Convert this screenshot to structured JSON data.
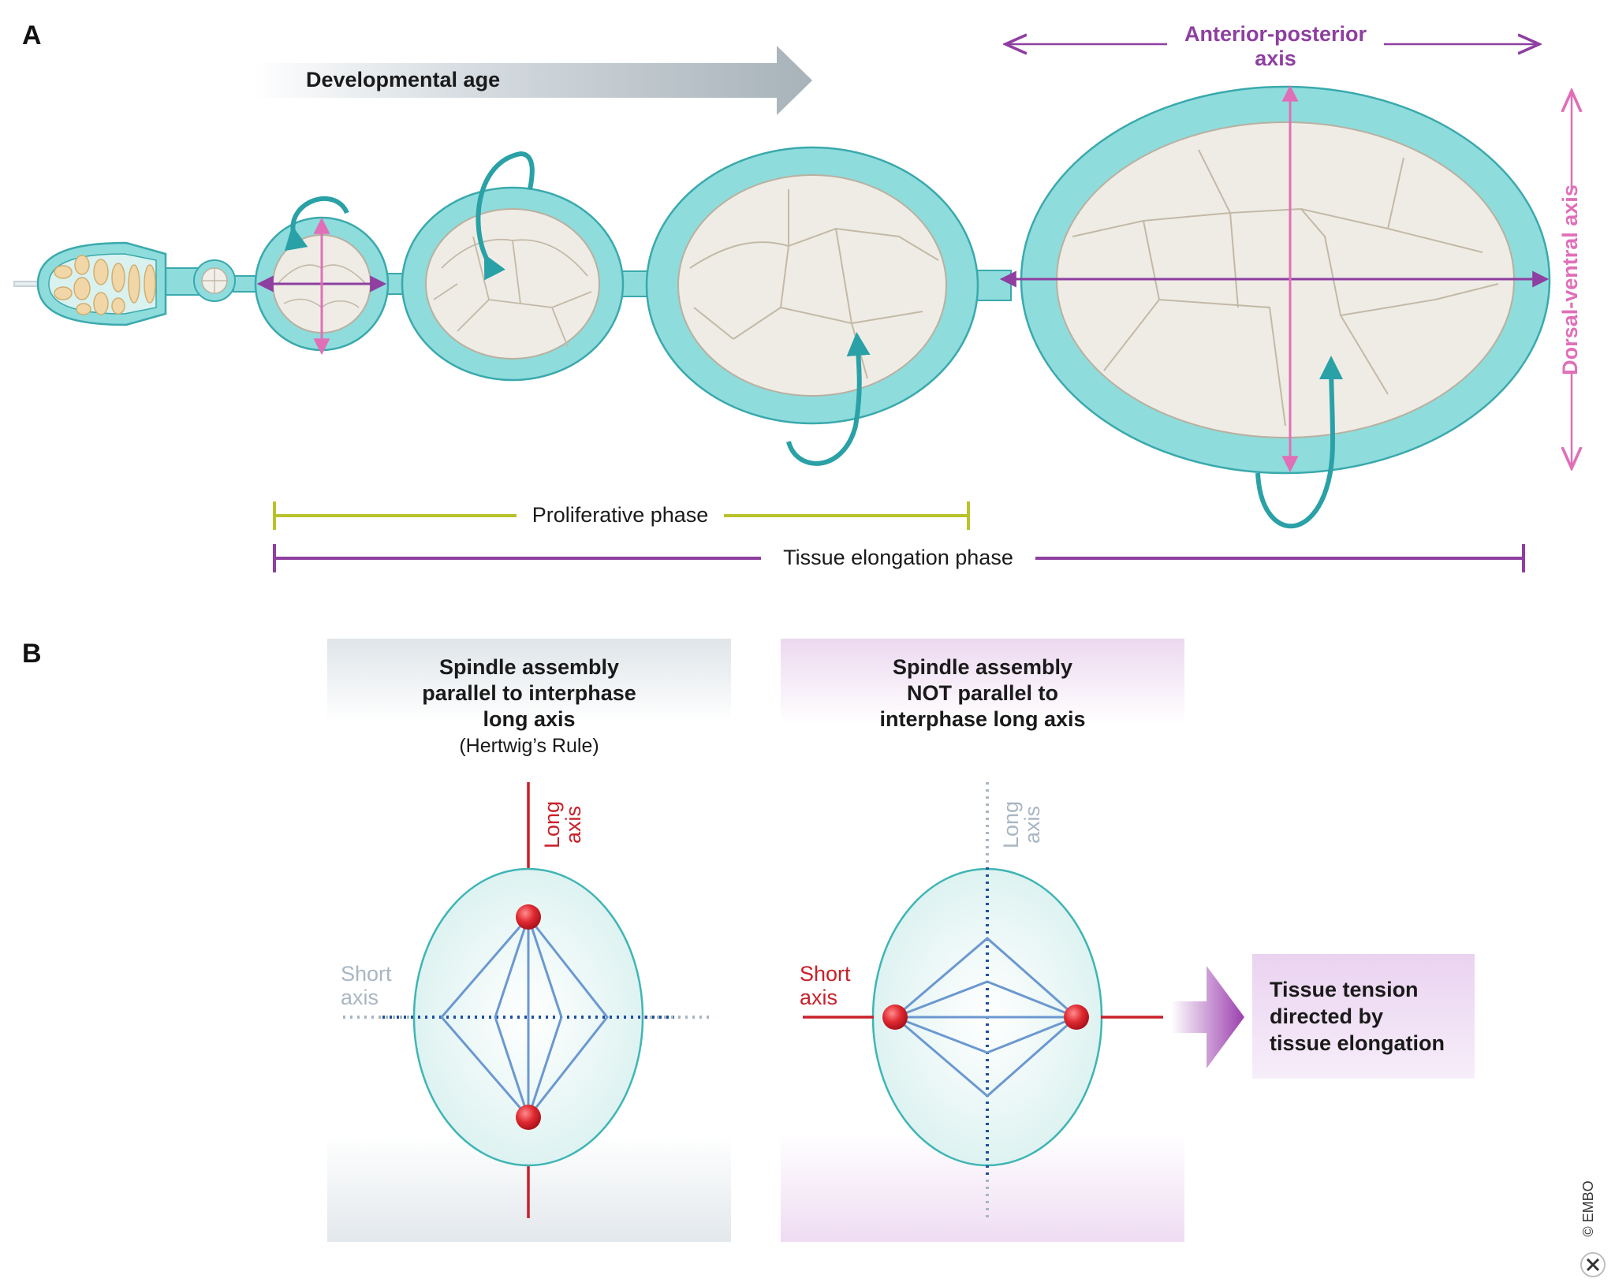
{
  "panel_a": {
    "letter": "A",
    "developmental_age": "Developmental age",
    "ap_axis_line1": "Anterior-posterior",
    "ap_axis_line2": "axis",
    "dv_axis": "Dorsal-ventral axis",
    "proliferative_phase": "Proliferative phase",
    "tissue_elongation_phase": "Tissue elongation phase",
    "colors": {
      "epithelium": "#8fdcdc",
      "epithelium_stroke": "#3aa9ad",
      "germline": "#ebe5d8",
      "rotation_arrow": "#2aa1a6",
      "ap_axis": "#8e3fa0",
      "dv_axis": "#e06fb8",
      "proliferative": "#b8c22a",
      "elongation": "#8e3fa0"
    }
  },
  "panel_b": {
    "letter": "B",
    "left_box": {
      "line1": "Spindle assembly",
      "line2": "parallel to interphase",
      "line3": "long axis",
      "subtitle": "(Hertwig’s Rule)"
    },
    "right_box": {
      "line1": "Spindle assembly",
      "line2": "NOT parallel to",
      "line3": "interphase long axis"
    },
    "left_long_axis": [
      "Long",
      "axis"
    ],
    "left_short_axis": [
      "Short",
      "axis"
    ],
    "right_long_axis": [
      "Long",
      "axis"
    ],
    "right_short_axis": [
      "Short",
      "axis"
    ],
    "result_box": [
      "Tissue tension",
      "directed by",
      "tissue elongation"
    ],
    "colors": {
      "cell": "#e6f6f4",
      "cell_stroke": "#3fb5b5",
      "spindle": "#6b98d0",
      "pole": "#d8262e",
      "dotted_axis": "#1f4fa0",
      "grey_axis": "#a9b6c3",
      "red_axis": "#c8202a"
    }
  },
  "credit": "© EMBO"
}
